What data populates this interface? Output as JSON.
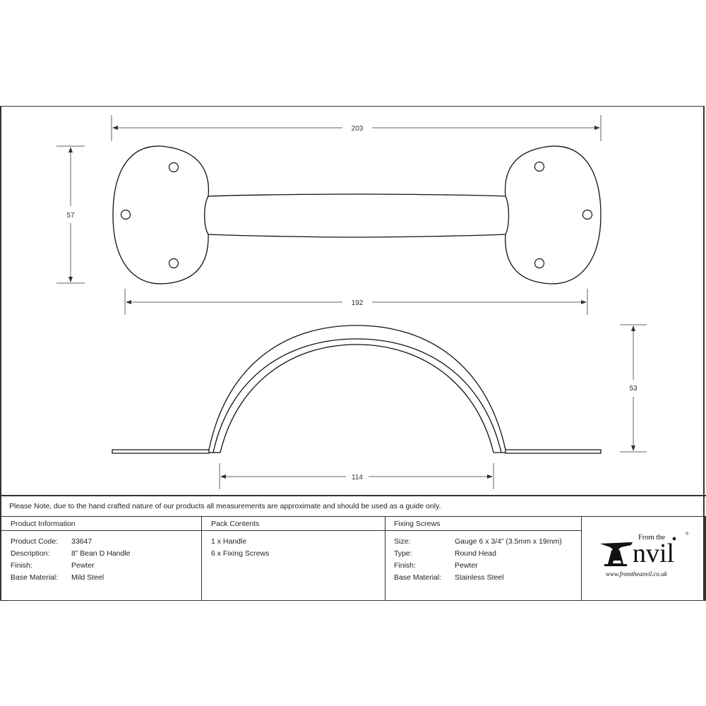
{
  "drawing": {
    "top_view": {
      "overall_length": "203",
      "fixing_centres": "192",
      "backplate_height": "57"
    },
    "side_view": {
      "projection": "53",
      "grip_span": "114"
    }
  },
  "note": "Please Note, due to the hand crafted nature of our products all measurements are approximate and should be used as a guide only.",
  "product_information": {
    "heading": "Product Information",
    "rows": [
      {
        "label": "Product Code:",
        "value": "33647"
      },
      {
        "label": "Description:",
        "value": "8” Bean D Handle"
      },
      {
        "label": "Finish:",
        "value": "Pewter"
      },
      {
        "label": "Base Material:",
        "value": "Mild Steel"
      }
    ]
  },
  "pack_contents": {
    "heading": "Pack Contents",
    "items": [
      "1 x Handle",
      "6 x Fixing Screws"
    ]
  },
  "fixing_screws": {
    "heading": "Fixing Screws",
    "rows": [
      {
        "label": "Size:",
        "value": "Gauge 6 x 3/4” (3.5mm x 19mm)"
      },
      {
        "label": "Type:",
        "value": "Round Head"
      },
      {
        "label": "Finish:",
        "value": "Pewter"
      },
      {
        "label": "Base Material:",
        "value": "Stainless Steel"
      }
    ]
  },
  "logo": {
    "from_the": "From the",
    "word": "Anvil",
    "url": "www.fromtheanvil.co.uk",
    "registered": "®"
  }
}
